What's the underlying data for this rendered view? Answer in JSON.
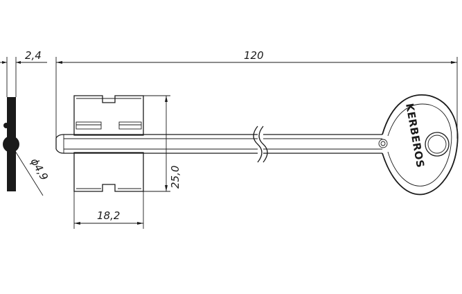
{
  "dimensions": {
    "total_length": "120",
    "blade_thickness": "2,4",
    "shank_diameter": "ϕ4,9",
    "bit_height": "25,0",
    "bit_width": "18,2"
  },
  "brand": {
    "name": "KERBEROS"
  },
  "colors": {
    "line": "#1a1a1a",
    "fill": "#1a1a1a",
    "background": "#ffffff"
  }
}
